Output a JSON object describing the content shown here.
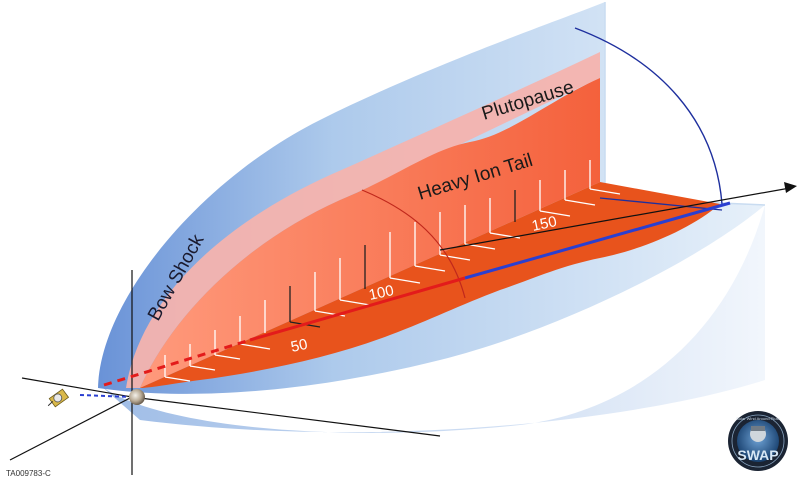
{
  "labels": {
    "bow_shock": "Bow Shock",
    "plutopause": "Plutopause",
    "heavy_ion_tail": "Heavy Ion Tail"
  },
  "axis_ticks": {
    "t50": "50",
    "t100": "100",
    "t150": "150"
  },
  "figure_id": "TA009783-C",
  "logo": {
    "text": "SWAP",
    "ring_text": "Solar Wind Around Pluto",
    "colors": {
      "ring": "#1b2433",
      "inner": "#2d6ea8",
      "text": "#d7e7f5"
    }
  },
  "colors": {
    "bow_shock_fill": "#9ec0e8",
    "plutopause_fill": "#f4b3ae",
    "tail_fill": "#f26a45",
    "floor_fill": "#e8531c",
    "axis_red": "#e31b1b",
    "axis_blue": "#2a3fd1"
  }
}
